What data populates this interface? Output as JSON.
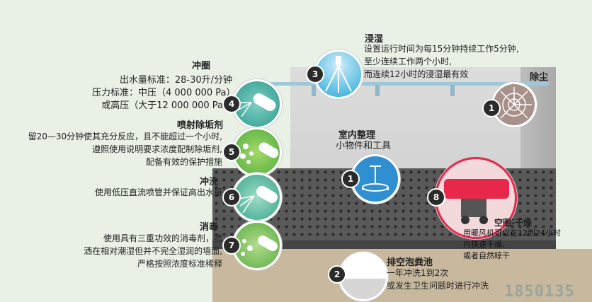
{
  "steps": {
    "s1_dust": {
      "number": "1",
      "title": "除尘"
    },
    "s1_indoor": {
      "number": "1",
      "title": "室内整理",
      "subtitle": "小物件和工具"
    },
    "s2": {
      "number": "2",
      "title": "排空泡粪池",
      "lines": [
        "一年冲洗1到2次",
        "或发生卫生问题时进行冲洗"
      ]
    },
    "s3": {
      "number": "3",
      "title": "浸湿",
      "lines": [
        "设置运行时间为每15分钟持续工作5分钟,",
        "至少连续工作两个小时,",
        "而连续12小时的浸湿最有效"
      ]
    },
    "s4": {
      "number": "4",
      "title": "冲圈",
      "lines": [
        "出水量标准：28-30升/分钟",
        "压力标准：中压（4 000 000 Pa）",
        "或高压（大于12 000 000 Pa）"
      ]
    },
    "s5": {
      "number": "5",
      "title": "喷射除垢剂",
      "lines": [
        "留20—30分钟使其充分反应，且不能超过一个小时,",
        "遵照使用说明要求浓度配制除垢剂,",
        "配备有效的保护措施"
      ]
    },
    "s6": {
      "number": "6",
      "title": "冲洗",
      "lines": [
        "使用低压直流喷管并保证高出水量"
      ]
    },
    "s7": {
      "number": "7",
      "title": "消毒",
      "lines": [
        "使用具有三重功效的消毒剂，喷",
        "洒在相对潮湿但并不完全湿润的墙面,",
        "严格按照浓度标准稀释"
      ]
    },
    "s8": {
      "number": "8",
      "title": "空圈-干燥",
      "lines": [
        "用暖风机可以在12到24小时",
        "内快速干燥,",
        "或者自然晾干"
      ]
    }
  },
  "watermark": "1850135",
  "colors": {
    "teal": "#2e9c8c",
    "green": "#4fae3c",
    "blue": "#2aa8d8",
    "red": "#e8284a"
  }
}
